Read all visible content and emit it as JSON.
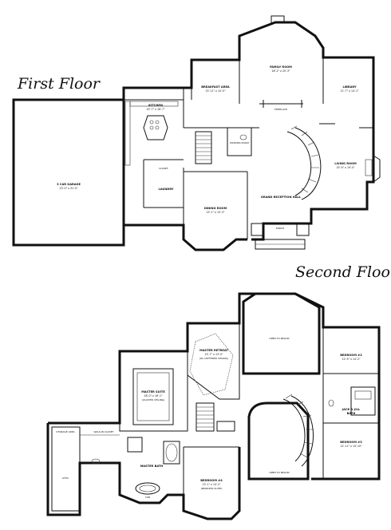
{
  "floors": {
    "first": {
      "label": "First Floor",
      "rooms": [
        {
          "key": "garage",
          "name": "3 CAR GARAGE",
          "dim": "23'-0\" x 31'-0\""
        },
        {
          "key": "kitchen",
          "name": "KITCHEN",
          "dim": "15'-7\" x 18'-7\""
        },
        {
          "key": "breakfast",
          "name": "BREAKFAST AREA",
          "dim": "15'-11\" x 10'-0\""
        },
        {
          "key": "family",
          "name": "FAMILY ROOM",
          "dim": "18'-2\" x 20'-3\""
        },
        {
          "key": "library",
          "name": "LIBRARY",
          "dim": "11'-7\" x 14'-1\""
        },
        {
          "key": "living",
          "name": "LIVING ROOM",
          "dim": "15'-9\" x 19'-0\""
        },
        {
          "key": "dining",
          "name": "DINING ROOM",
          "dim": "15'-1\" x 15'-3\""
        },
        {
          "key": "grand_hall",
          "name": "GRAND RECEPTION HALL",
          "dim": ""
        },
        {
          "key": "laundry",
          "name": "LAUNDRY",
          "dim": ""
        },
        {
          "key": "closet",
          "name": "CLOSET",
          "dim": ""
        },
        {
          "key": "powder",
          "name": "POWDER ROOM",
          "dim": ""
        },
        {
          "key": "porch",
          "name": "PORCH",
          "dim": ""
        },
        {
          "key": "fireplace",
          "name": "FIREPLACE",
          "dim": ""
        }
      ]
    },
    "second": {
      "label": "Second Floor",
      "rooms": [
        {
          "key": "master_suite",
          "name": "MASTER SUITE",
          "dim": "18'-0\" x 16'-1\"",
          "note": "(VAULTED CEILING)"
        },
        {
          "key": "master_retreat",
          "name": "MASTER RETREAT",
          "dim": "15'-7\" x 13'-5\"",
          "note": "(W/ COFFERED CEILING)"
        },
        {
          "key": "open_below_1",
          "name": "OPEN TO BELOW",
          "dim": ""
        },
        {
          "key": "open_below_2",
          "name": "OPEN TO BELOW",
          "dim": ""
        },
        {
          "key": "bedroom2",
          "name": "BEDROOM #2",
          "dim": "12'-9\" x 14'-2\""
        },
        {
          "key": "bedroom3",
          "name": "BEDROOM #3",
          "dim": "12'-11\" x 14'-10\""
        },
        {
          "key": "bedroom4",
          "name": "BEDROOM #4",
          "dim": "13'-1\" x 14'-2\"",
          "note": "(PRINCESS SUITE)"
        },
        {
          "key": "jack_jill",
          "name": "JACK & JILL",
          "dim": "BATH"
        },
        {
          "key": "master_bath",
          "name": "MASTER BATH",
          "dim": ""
        },
        {
          "key": "walkin",
          "name": "WALK-IN CLOSET",
          "dim": ""
        },
        {
          "key": "storage",
          "name": "STORAGE AREA",
          "dim": ""
        },
        {
          "key": "attic",
          "name": "ATTIC",
          "dim": ""
        },
        {
          "key": "tub",
          "name": "TUB",
          "dim": ""
        }
      ]
    }
  }
}
